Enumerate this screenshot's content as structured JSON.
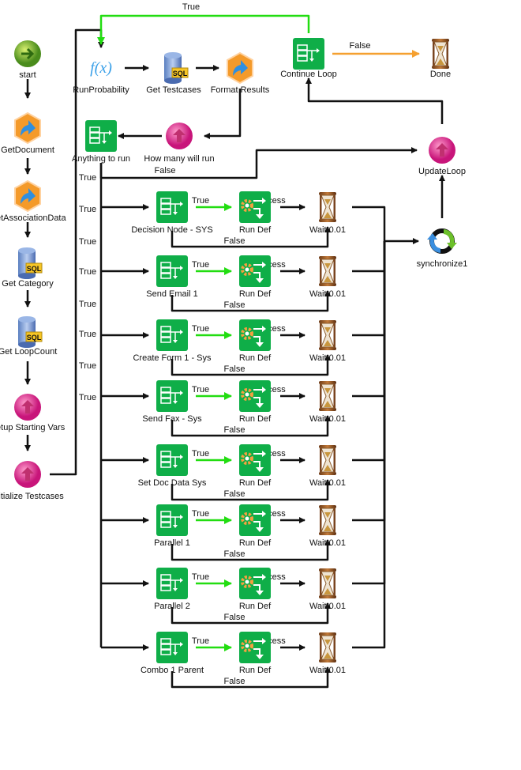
{
  "nodes": {
    "start": {
      "label": "start",
      "icon": "start-icon"
    },
    "get_document": {
      "label": "GetDocument",
      "icon": "process-hex-icon"
    },
    "get_association_data": {
      "label": "GetAssociationData",
      "icon": "process-hex-icon"
    },
    "get_category": {
      "label": "Get Category",
      "icon": "sql-database-icon"
    },
    "get_loop_count": {
      "label": "Get LoopCount",
      "icon": "sql-database-icon"
    },
    "setup_starting_vars": {
      "label": "Setup Starting Vars",
      "icon": "variable-set-icon"
    },
    "initialize_testcases": {
      "label": "Initialize Testcases",
      "icon": "variable-set-icon"
    },
    "run_probability": {
      "label": "RunProbability",
      "icon": "function-icon",
      "glyph": "f(x)"
    },
    "get_testcases": {
      "label": "Get Testcases",
      "icon": "sql-database-icon"
    },
    "format_results": {
      "label": "Format Results",
      "icon": "process-hex-icon"
    },
    "continue_loop": {
      "label": "Continue Loop",
      "icon": "decision-icon"
    },
    "done": {
      "label": "Done",
      "icon": "hourglass-icon"
    },
    "anything_to_run": {
      "label": "Anything to run",
      "icon": "decision-icon"
    },
    "how_many_will_run": {
      "label": "How many will run",
      "icon": "variable-set-icon"
    },
    "update_loop": {
      "label": "UpdateLoop",
      "icon": "variable-set-icon"
    },
    "synchronize1": {
      "label": "synchronize1",
      "icon": "synchronize-icon"
    }
  },
  "sql_tag": "SQL",
  "branches": [
    {
      "decision": "Decision Node - SYS",
      "run": "Run Def",
      "wait": "Wait 0.01"
    },
    {
      "decision": "Send Email 1",
      "run": "Run Def",
      "wait": "Wait 0.01"
    },
    {
      "decision": "Create Form 1 - Sys",
      "run": "Run Def",
      "wait": "Wait 0.01"
    },
    {
      "decision": "Send Fax - Sys",
      "run": "Run Def",
      "wait": "Wait 0.01"
    },
    {
      "decision": "Set Doc Data Sys",
      "run": "Run Def",
      "wait": "Wait 0.01"
    },
    {
      "decision": "Parallel 1",
      "run": "Run Def",
      "wait": "Wait 0.01"
    },
    {
      "decision": "Parallel 2",
      "run": "Run Def",
      "wait": "Wait 0.01"
    },
    {
      "decision": "Combo 1 Parent",
      "run": "Run Def",
      "wait": "Wait 0.01"
    }
  ],
  "edge_labels": {
    "true": "True",
    "false": "False",
    "success": "Success"
  },
  "colors": {
    "edge": "#111111",
    "true_edge": "#22dd11",
    "false_edge": "#f5a030",
    "decision_green": "#0fae48",
    "variable_pink": "#e0408f"
  }
}
